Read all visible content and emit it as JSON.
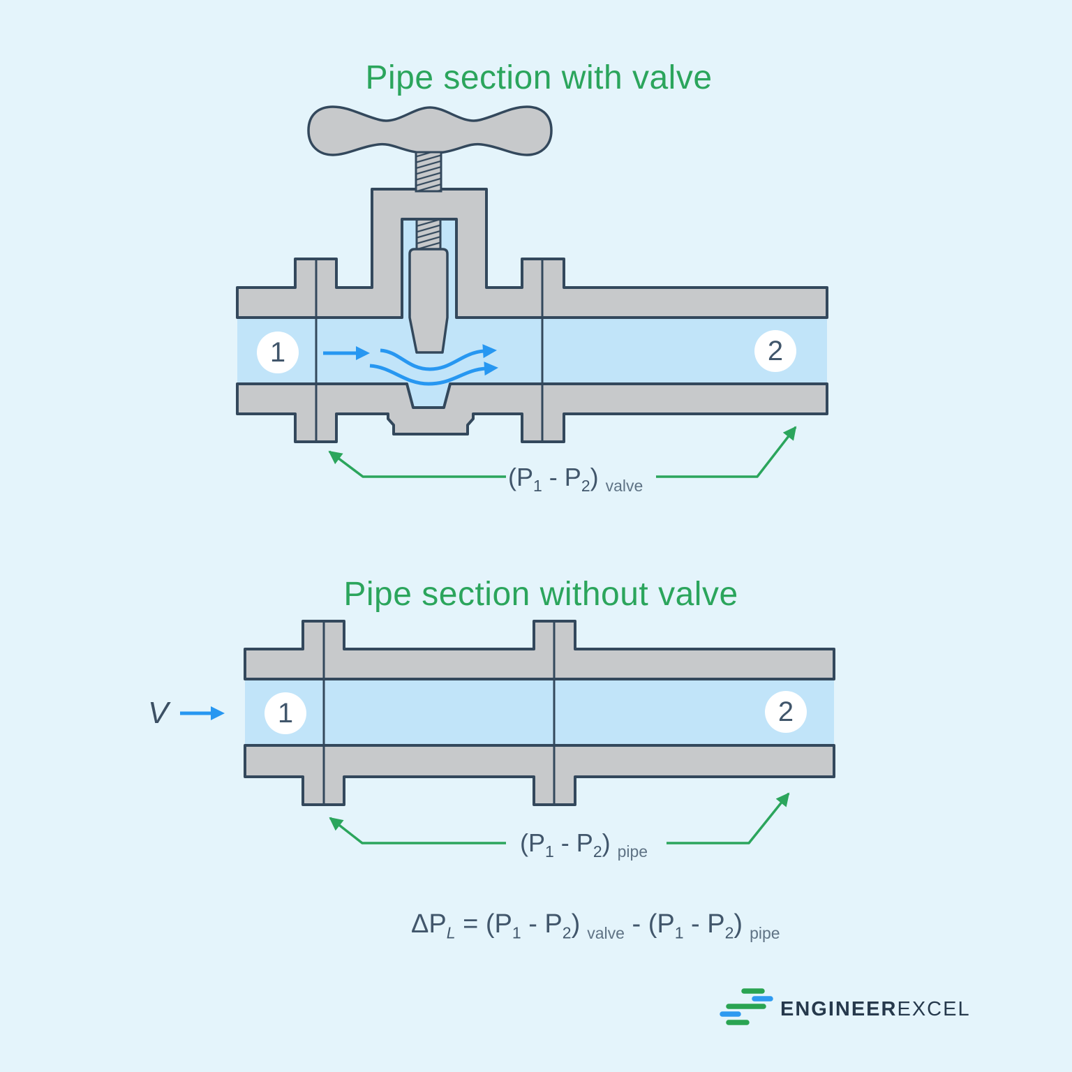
{
  "colors": {
    "background": "#e4f4fb",
    "fluid": "#c1e4f9",
    "metal": "#c7c9cb",
    "outline": "#33485c",
    "flow_arrow_blue": "#2797f1",
    "annotation_green": "#2ba55c",
    "text_navy": "#41566b",
    "subscript_gray": "#5f7385",
    "logo_navy": "#26394c",
    "logo_green": "#2aa452",
    "logo_blue": "#2e9af0"
  },
  "figure1": {
    "title": "Pipe section with valve",
    "point1": "1",
    "point2": "2",
    "annotation": {
      "open_paren": "(P",
      "sub1": "1",
      "mid": " - P",
      "sub2": "2",
      "close_paren": ")",
      "label": "valve"
    }
  },
  "figure2": {
    "title": "Pipe section without valve",
    "velocity_label": "V",
    "point1": "1",
    "point2": "2",
    "annotation": {
      "open_paren": "(P",
      "sub1": "1",
      "mid": " - P",
      "sub2": "2",
      "close_paren": ")",
      "label": "pipe"
    }
  },
  "formula": {
    "lhs": "ΔP",
    "lhs_sub": "L",
    "equals": " = ",
    "g1_open": "(P",
    "g1_sub1": "1",
    "g1_mid": " - P",
    "g1_sub2": "2",
    "g1_close": ")",
    "g1_label": "valve",
    "minus": " - ",
    "g2_open": "(P",
    "g2_sub1": "1",
    "g2_mid": " - P",
    "g2_sub2": "2",
    "g2_close": ")",
    "g2_label": "pipe"
  },
  "logo": {
    "part1": "ENGINEER",
    "part2": "EXCEL"
  }
}
